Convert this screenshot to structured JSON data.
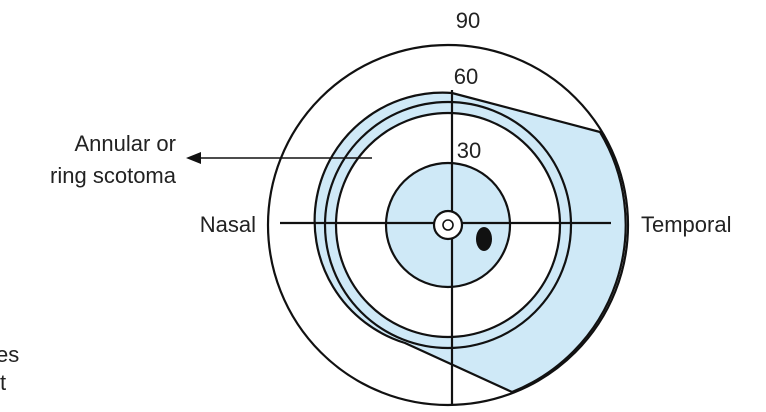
{
  "diagram": {
    "ring_labels": {
      "outer": "90",
      "middle": "60",
      "inner": "30"
    },
    "side_labels": {
      "left": "Nasal",
      "right": "Temporal"
    },
    "annotation": {
      "line1": "Annular or",
      "line2": "ring scotoma"
    },
    "clipped_text": {
      "line1": "es",
      "line2": "t"
    },
    "colors": {
      "scotoma_fill": "#cfe9f7",
      "stroke": "#111111",
      "text": "#222222",
      "background": "#ffffff"
    }
  }
}
